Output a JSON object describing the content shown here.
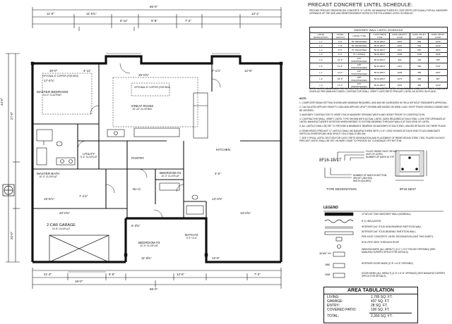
{
  "schedule": {
    "title": "PRECAST CONCRETE LINTEL SCHEDULE:",
    "subtitle": "PROVIDE PRECAST REINFORCED CONCRETE \"U\" LINTEL AS MANUFACTURED BY CASTCRETE (OR EQUAL) FOR ALL MASONRY OPENINGS OF THE SIZE AND REINFORCEMENT NOTED IN THE FOLLOWING LINTEL SCHEDULE:",
    "table_caption": "MASONRY WALL LINTEL SCHEDULE",
    "headers": [
      "LINTEL DESIGNATION",
      "LINTEL LENGTH",
      "LINTEL TYPE",
      "CASTCRETE TYPE",
      "SAFE GRAVITY LOAD",
      "SAFE UPLIFT LOAD",
      "SAFE UPLIFT LOAD"
    ],
    "rows": [
      [
        "L-1",
        "3'-6\"",
        "56\" RECESSED",
        "8F16-1B/1T",
        "2667",
        "850",
        "1529"
      ],
      [
        "L-2",
        "7'-0\"",
        "60\" RECESSED",
        "8F16-1B/1T",
        "2061",
        "640",
        "1229"
      ],
      [
        "L-3",
        "8'-6\"",
        "70\" RECESSED",
        "8F16-1B/1T",
        "3113",
        "800",
        "2054"
      ],
      [
        "L-4",
        "9'-4\"",
        "76\" LINTELS",
        "8F16-1B/1T",
        "4390",
        "1300",
        "2095"
      ],
      [
        "L-5",
        "10'-8\"",
        "124\" PRESTRESSED",
        "8F16-1B/1T",
        "900",
        "300",
        "505"
      ],
      [
        "L-6",
        "11'-4\"",
        "128\" PRESTRESSED",
        "8F16-1B/1T",
        "2113",
        "900",
        "2737"
      ],
      [
        "L-7",
        "11'-0\"",
        "132\" PRESTRESSED",
        "8F16-1B/1T",
        "1608",
        "380",
        "1807"
      ],
      [
        "L-8",
        "18'-8\"",
        "180\" PRESTRESSED",
        "8F16-1B/1T",
        "1075",
        "360",
        "807"
      ],
      [
        "L-9",
        "17'-2\"",
        "224\" PRESTRESSED",
        "8F16-1B/1T",
        "3001",
        "460",
        "1020"
      ]
    ],
    "footnote": "NOTE: LINTEL VALUES ARE FOR 3/4\" AT 0\" OC. REINFORCED CONCRETE LINTEL IS ALLOWABLE LOAD IN PLF. SAFE LOADS ARE GIVEN AS PER MANUFACTURER. CONTRACTOR SHALL VERIFY CASTCRETE PRECAST LINTEL AS NOTED ON PLANS."
  },
  "notes": {
    "label": "NOTE:",
    "items": [
      "1. COMPOSITE BEAM SETTING SHOWN ARE MINIMUM REQUIRED, AND MAY BE INCREASED IN FIELD WITHOUT ENGINEER'S APPROVAL.",
      "2. CALCULATED APPLIED GRAVITY LOAD AND APPLIED UPLIFT SHOWN ARE BASED ON WIND LOAD. ROOF TRUSS DESIGN LOADING MAY BE VERIFIED.",
      "3. MASONRY CONTRACTOR TO VERIFY EACH MASONRY OPENING WIDTH AND HEIGHT PRIOR TO CONSTRUCTION.",
      "4. CONTRACTOR SHALL VERIFY LINTEL TYPE SHOWN WITH ACTUAL LINTEL SIZES REQUIRED AT EACH END. LOOK FOR OPENINGS AT LINTEL MANUFACTURER'S NOTATION WHEN NEEDED TO EXTEND BEARING THROUGH WALLS AT EACH END OF LINTEL.",
      "5. ALL LINTELS SHALL BE SET TO PROVIDE A MINIMUM 8\" BEARING ON MASONRY AT EACH END, UNLESS DETAILED ON THESE PLANS.",
      "6. REINFORCED PRECAST \"U\" LINTELS SHALL BE MANUFACTURED WITH 2 1/2\" LONG HOOKED AT EACH END TO ACCOMMODATE VERTICAL REINFORCING AND GROUT CELLS WALLS BELOW.",
      "7. SEE TYPICAL LINTEL SECTION FOR CAST-CRETE DESIGNATION AND PLACEMENT OF REINFORCING STEEL TIED, PLACED IN EACH PRECAST LINTEL SHALL BE SET ON WIRE CHAIR TO PROVIDE 3/4\" CLEARANCE OFF BOTTOM."
    ]
  },
  "lintel_detail": {
    "designation_label": "8F16-1B/1T",
    "caption_left": "TYPE DESIGNATION",
    "caption_right": "8F16-1B/1T",
    "callouts": [
      "FILLED INSIDE FACE GROUT",
      "UNIT OF LINTEL",
      "NUMBER OF BARS IN TOP",
      "NUMBER OF BARS IN BOTTOM",
      "HEIGHT (INCHES)",
      "WIDTH (INCHES)"
    ]
  },
  "legend": {
    "title": "LEGEND",
    "items": [
      "12\"x8\"x16\" CMU MASONRY WALL (NOMINAL)",
      "R-11 INSULATION",
      "INTERIOR 2x4\" STUD NON-BEARING PARTITION WALL",
      "INTERIOR 2x6\" STUD BEARING PARTITION WALL",
      "PRE-CAST CONCRETE LINTEL DESIGNATION (SEE THIS SHEET)",
      "SOIL PIPE VENT THROUGH ROOF",
      "WINDOW MARK (ALL IMPACT) (3'-0\" x 5'-0\" ROUGH OPENING) (SEE MANUFACTURER'S SPECS FOR DETAILS)",
      "INTERIOR DOOR MARK (2'-8\" x 6'-8\" OPENING)",
      "DOOR MARK (ALL IMPACT) (3'-0\" x 6'-8\" OPENING) (SEE MANUFACTURER'S SPECS FOR DETAILS)"
    ],
    "symbols": [
      "",
      "",
      "",
      "",
      "",
      "",
      "36\"x60\" SH",
      "2880",
      "3068"
    ]
  },
  "area_tabulation": {
    "title": "AREA TABULATION",
    "rows": [
      {
        "label": "LIVING:",
        "value": "1,785 SQ. FT."
      },
      {
        "label": "GARAGE:",
        "value": "437 SQ. FT."
      },
      {
        "label": "ENTRY:",
        "value": "28 SQ. FT."
      },
      {
        "label": "COVERED PATIO:",
        "value": "100 SQ. FT."
      },
      {
        "label": "TOTAL:",
        "value": "2,350 SQ. FT."
      }
    ]
  },
  "plan": {
    "rooms": {
      "master_bedroom": {
        "name": "MASTER BEDROOM",
        "size": "15'-0\" CLG/TRAY"
      },
      "great_room": {
        "name": "GREAT ROOM",
        "size": "19'-10\" CLG/TRAY"
      },
      "master_bath": {
        "name": "MASTER BATH",
        "size": "10'-0\" CLG/FLAT"
      },
      "utility": {
        "name": "UTILITY",
        "size": "9'-4\" CLG/FLAT"
      },
      "bedroom2": {
        "name": "BEDROOM #2",
        "size": "10'-0\" CLG/FLAT"
      },
      "bedroom3": {
        "name": "BEDROOM #3",
        "size": "10'-0\" CLG/FLAT"
      },
      "garage": {
        "name": "2-CAR GARAGE",
        "size": "10'-8\" CLG/FLAT"
      },
      "bath2": {
        "name": "BATH #2",
        "size": "9'-4\" CLG"
      },
      "wic": {
        "name": "W.I.C.",
        "size": ""
      },
      "pantry": {
        "name": "PANTRY",
        "size": ""
      },
      "kitchen": {
        "name": "KITCHEN",
        "size": ""
      }
    },
    "dims": {
      "top_overall": "65'-0\"",
      "top_a": "11'-9\"",
      "top_b": "11'-9⅞\"",
      "top_c": "6'-11\"",
      "top_d": "9'-8\"",
      "top_e": "7'-2\"",
      "top_f": "12'-1\"",
      "row2_a": "20'-0\"",
      "row2_b": "4'-11\"",
      "row2_c": "7'-1⅞\"",
      "row2_d": "12'-8\"",
      "left_overall": "44'-0\"",
      "left_a": "27'-0\"",
      "left_b": "20'-0\"",
      "garage_width": "20'-0⅝\"",
      "bottom_a": "21'-4\"",
      "bottom_b": "6'-8\"",
      "bottom_c": "12'-6\"",
      "bottom_d": "18'-0\"",
      "bottom_e": "7'-2\"",
      "bottom_overall": "65'-0\"",
      "mid_a": "15'-9⅞\"",
      "mid_b": "7'-1⅞\"",
      "mid_c": "6'-3⅝\"",
      "mid_d": "13'-3⅝\"",
      "mid_e": "4'-6\"",
      "mid_f": "13'-0⅝\"",
      "br3_dim": "11'-9⅝\"",
      "br3_dim2": "12'-6\"",
      "gr_dim": "25'-0⅝\"",
      "mb_dim": "17'-4⅞\""
    },
    "notes": {
      "optional_ceiling": "OPTIONAL 8\" COFFER (FOR BED)",
      "optional_ceiling2": "OPTIONAL 8\" COFFER (FOR BED)"
    }
  }
}
